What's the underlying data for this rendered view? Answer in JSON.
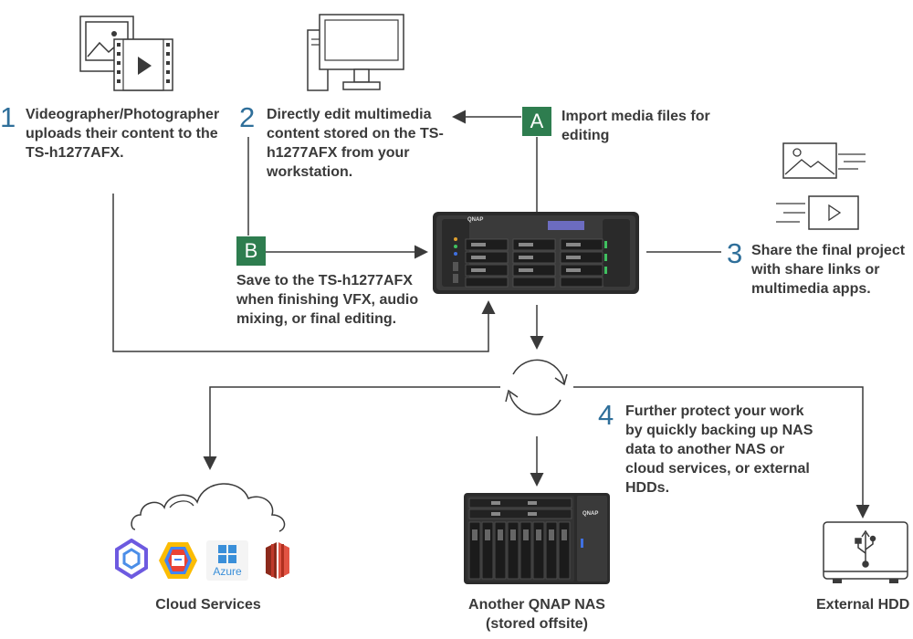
{
  "steps": {
    "s1": {
      "num": "1",
      "text": "Videographer/Photographer uploads their content to the TS-h1277AFX."
    },
    "s2": {
      "num": "2",
      "text": "Directly edit multimedia content stored on the TS-h1277AFX from your workstation."
    },
    "s3": {
      "num": "3",
      "text": "Share the final project with share links or multimedia apps."
    },
    "s4": {
      "num": "4",
      "text": "Further protect your work by quickly backing up NAS data to another NAS or cloud services, or external HDDs."
    }
  },
  "badges": {
    "a": {
      "letter": "A",
      "text": "Import media files for editing"
    },
    "b": {
      "letter": "B",
      "text": "Save to the TS-h1277AFX when finishing VFX, audio mixing, or final editing."
    }
  },
  "nas": {
    "brand": "QNAP"
  },
  "nas2": {
    "brand": "QNAP"
  },
  "cloud": {
    "azure_label": "Azure"
  },
  "captions": {
    "cloud": "Cloud Services",
    "nas_line1": "Another QNAP NAS",
    "nas_line2": "(stored offsite)",
    "hdd": "External HDD"
  },
  "colors": {
    "accent_blue": "#2f6f9a",
    "badge_green": "#2e7d4f",
    "line": "#3a3a3a"
  }
}
